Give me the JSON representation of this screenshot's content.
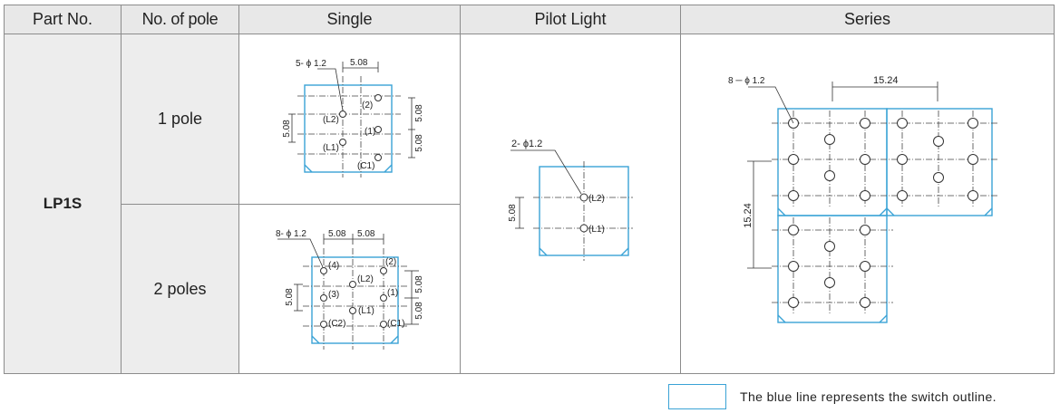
{
  "headers": {
    "part_no": "Part No.",
    "poles": "No. of pole",
    "single": "Single",
    "pilot": "Pilot Light",
    "series": "Series"
  },
  "part": "LP1S",
  "rows": [
    {
      "poles": "1 pole"
    },
    {
      "poles": "2 poles"
    }
  ],
  "single_1pole": {
    "hole_note": "5- ϕ 1.2",
    "dim_top": "5.08",
    "dim_left": "5.08",
    "dim_right_top": "5.08",
    "dim_right_bottom": "5.08",
    "pins": [
      "(2)",
      "(L2)",
      "(1)",
      "(L1)",
      "(C1)"
    ]
  },
  "single_2poles": {
    "hole_note": "8- ϕ 1.2",
    "dim_top_left": "5.08",
    "dim_top_right": "5.08",
    "dim_left": "5.08",
    "dim_right_top": "5.08",
    "dim_right_bottom": "5.08",
    "pins": [
      "(4)",
      "(2)",
      "(L2)",
      "(3)",
      "(1)",
      "(C2)",
      "(L1)",
      "(C1)"
    ]
  },
  "pilot": {
    "hole_note": "2- ϕ1.2",
    "dim_left": "5.08",
    "pins": [
      "(L2)",
      "(L1)"
    ]
  },
  "series": {
    "hole_note": "8 ─ ϕ 1.2",
    "dim_top": "15.24",
    "dim_left": "15.24"
  },
  "legend": {
    "text": "The blue line represents the switch outline.",
    "outline_color": "#3aa3d6"
  }
}
